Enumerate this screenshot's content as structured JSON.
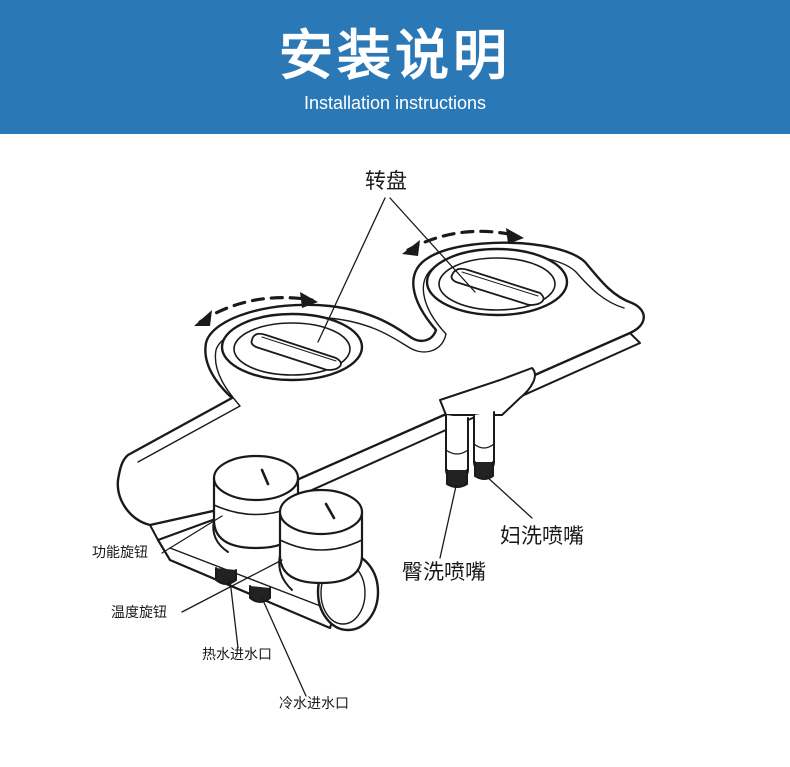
{
  "header": {
    "title": "安装说明",
    "subtitle": "Installation instructions",
    "background_color": "#2b78b7"
  },
  "diagram": {
    "labels": {
      "turntable": "转盘",
      "feminine_nozzle": "妇洗喷嘴",
      "rear_nozzle": "臀洗喷嘴",
      "function_knob": "功能旋钮",
      "temperature_knob": "温度旋钮",
      "hot_water_inlet": "热水进水口",
      "cold_water_inlet": "冷水进水口"
    }
  }
}
